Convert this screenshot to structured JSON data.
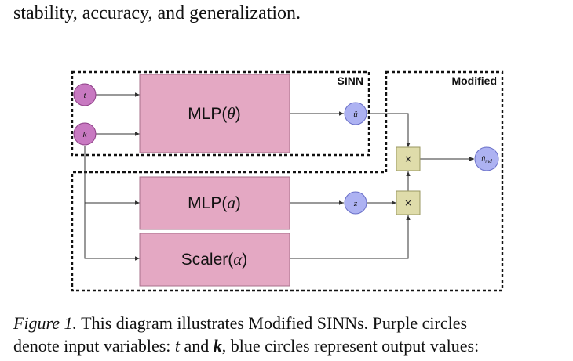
{
  "text_top": "stability, accuracy, and generalization.",
  "diagram": {
    "groups": {
      "sinn_label": "SINN",
      "modified_label": "Modified"
    },
    "inputs": {
      "t": "t",
      "k": "k"
    },
    "mlp_theta": {
      "prefix": "MLP(",
      "symbol": "θ",
      "suffix": ")"
    },
    "mlp_a": {
      "prefix": "MLP(",
      "symbol": "a",
      "suffix": ")"
    },
    "scaler": {
      "prefix": "Scaler(",
      "symbol": "α",
      "suffix": ")"
    },
    "outputs": {
      "u_hat": "û",
      "z": "z",
      "u_md_base": "û",
      "u_md_sub": "md"
    },
    "ops": {
      "multiply_top": "×",
      "multiply_bottom": "×"
    },
    "colors": {
      "input_fill": "#c879c1",
      "input_stroke": "#8e3f87",
      "mlp_fill": "#e4a8c3",
      "mlp_stroke": "#a7708b",
      "output_fill": "#adb2f2",
      "output_stroke": "#6a70c8",
      "op_fill": "#dfdcaa",
      "op_stroke": "#9a9762",
      "line": "#333333"
    }
  },
  "caption": {
    "label": "Figure 1.",
    "line1_rest": " This diagram illustrates Modified SINNs. Purple circles",
    "line2_part1": "denote input variables: ",
    "line2_t": "t",
    "line2_and": " and ",
    "line2_k": "k",
    "line2_part2": ", blue circles represent output values:"
  }
}
